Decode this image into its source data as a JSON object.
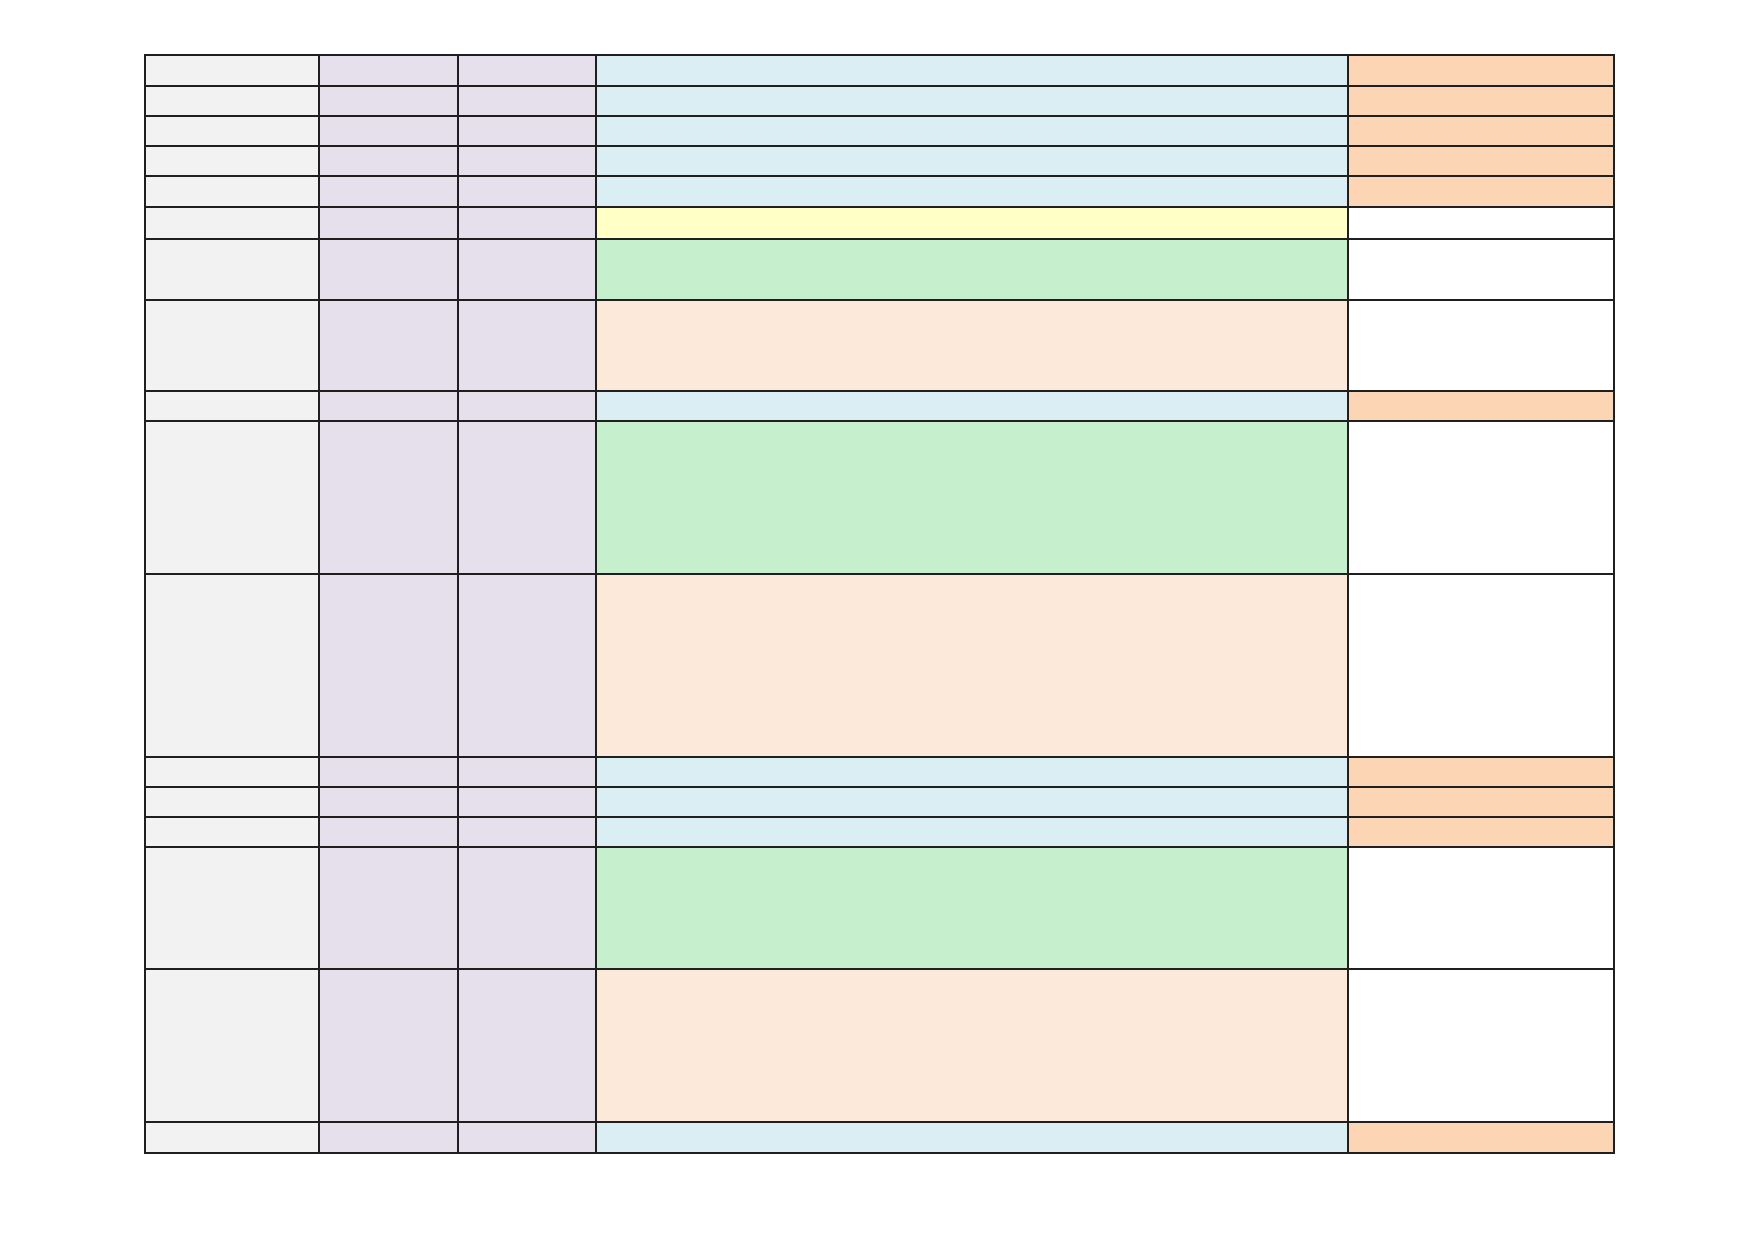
{
  "sheet": {
    "colors": {
      "grey": "#f2f2f2",
      "lavender": "#e6e0ec",
      "lightblue": "#daeef3",
      "yellow": "#ffffc6",
      "green": "#c6efce",
      "peach": "#fde9d9",
      "orange": "#fcd5b4",
      "white": "#ffffff",
      "border": "#1f1f1f"
    },
    "columns": [
      {
        "key": "a"
      },
      {
        "key": "b"
      },
      {
        "key": "c"
      },
      {
        "key": "d"
      },
      {
        "key": "e"
      }
    ],
    "rows": [
      {
        "type": "header-band",
        "cells": [
          "",
          "",
          "",
          "",
          ""
        ],
        "bg": [
          "grey",
          "lavender",
          "lavender",
          "lightblue",
          "orange"
        ]
      },
      {
        "type": "header-band",
        "cells": [
          "",
          "",
          "",
          "",
          ""
        ],
        "bg": [
          "grey",
          "lavender",
          "lavender",
          "lightblue",
          "orange"
        ]
      },
      {
        "type": "header-band",
        "cells": [
          "",
          "",
          "",
          "",
          ""
        ],
        "bg": [
          "grey",
          "lavender",
          "lavender",
          "lightblue",
          "orange"
        ]
      },
      {
        "type": "header-band",
        "cells": [
          "",
          "",
          "",
          "",
          ""
        ],
        "bg": [
          "grey",
          "lavender",
          "lavender",
          "lightblue",
          "orange"
        ]
      },
      {
        "type": "header-band",
        "cells": [
          "",
          "",
          "",
          "",
          ""
        ],
        "bg": [
          "grey",
          "lavender",
          "lavender",
          "lightblue",
          "orange"
        ]
      },
      {
        "type": "highlight",
        "cells": [
          "",
          "",
          "",
          "",
          ""
        ],
        "bg": [
          "grey",
          "lavender",
          "lavender",
          "yellow",
          "white"
        ]
      },
      {
        "type": "section",
        "cells": [
          "",
          "",
          "",
          "",
          ""
        ],
        "bg": [
          "grey",
          "lavender",
          "lavender",
          "green",
          "white"
        ]
      },
      {
        "type": "section",
        "cells": [
          "",
          "",
          "",
          "",
          ""
        ],
        "bg": [
          "grey",
          "lavender",
          "lavender",
          "peach",
          "white"
        ]
      },
      {
        "type": "header-band",
        "cells": [
          "",
          "",
          "",
          "",
          ""
        ],
        "bg": [
          "grey",
          "lavender",
          "lavender",
          "lightblue",
          "orange"
        ]
      },
      {
        "type": "section",
        "cells": [
          "",
          "",
          "",
          "",
          ""
        ],
        "bg": [
          "grey",
          "lavender",
          "lavender",
          "green",
          "white"
        ]
      },
      {
        "type": "section",
        "cells": [
          "",
          "",
          "",
          "",
          ""
        ],
        "bg": [
          "grey",
          "lavender",
          "lavender",
          "peach",
          "white"
        ]
      },
      {
        "type": "header-band",
        "cells": [
          "",
          "",
          "",
          "",
          ""
        ],
        "bg": [
          "grey",
          "lavender",
          "lavender",
          "lightblue",
          "orange"
        ]
      },
      {
        "type": "header-band",
        "cells": [
          "",
          "",
          "",
          "",
          ""
        ],
        "bg": [
          "grey",
          "lavender",
          "lavender",
          "lightblue",
          "orange"
        ]
      },
      {
        "type": "header-band",
        "cells": [
          "",
          "",
          "",
          "",
          ""
        ],
        "bg": [
          "grey",
          "lavender",
          "lavender",
          "lightblue",
          "orange"
        ]
      },
      {
        "type": "section",
        "cells": [
          "",
          "",
          "",
          "",
          ""
        ],
        "bg": [
          "grey",
          "lavender",
          "lavender",
          "green",
          "white"
        ]
      },
      {
        "type": "section",
        "cells": [
          "",
          "",
          "",
          "",
          ""
        ],
        "bg": [
          "grey",
          "lavender",
          "lavender",
          "peach",
          "white"
        ]
      },
      {
        "type": "header-band",
        "cells": [
          "",
          "",
          "",
          "",
          ""
        ],
        "bg": [
          "grey",
          "lavender",
          "lavender",
          "lightblue",
          "orange"
        ]
      }
    ]
  }
}
